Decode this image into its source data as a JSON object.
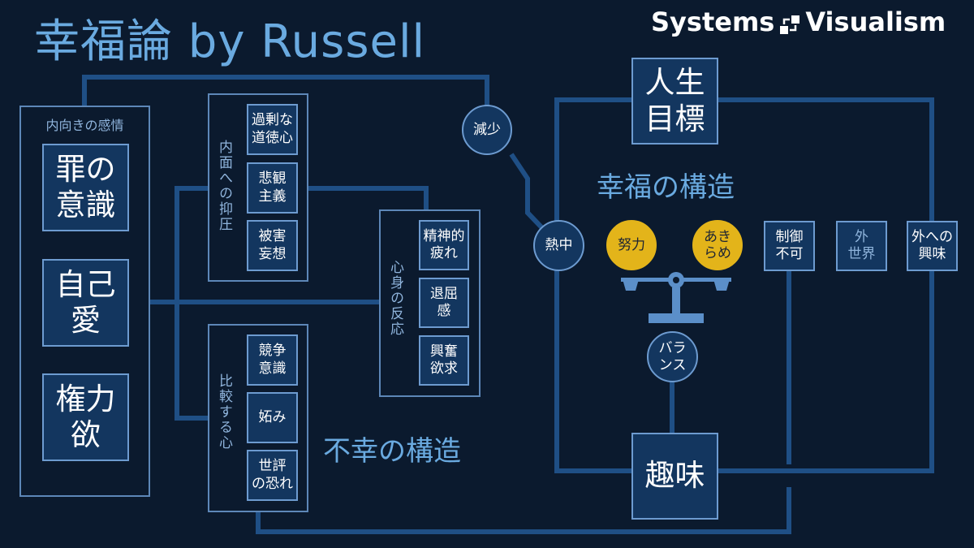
{
  "title": "幸福論 by Russell",
  "brand": {
    "name_left": "Systems",
    "name_right": "Visualism",
    "icon": "systems-visualism-logo-icon"
  },
  "colors": {
    "background": "#0b1a2e",
    "line": "#1f4f85",
    "box_fill": "#13365f",
    "box_border": "#6d9bd0",
    "accent_gold": "#e3b41a",
    "heading": "#6aaae0"
  },
  "inward": {
    "label": "内向きの感情",
    "items": [
      "罪の\n意識",
      "自己\n愛",
      "権力\n欲"
    ]
  },
  "suppression": {
    "label": "内面への抑圧",
    "items": [
      "過剰な\n道徳心",
      "悲観\n主義",
      "被害\n妄想"
    ]
  },
  "comparison": {
    "label": "比較する心",
    "items": [
      "競争\n意識",
      "妬み",
      "世評\nの恐れ"
    ]
  },
  "mind_body": {
    "label": "心身の反応",
    "items": [
      "精神的\n疲れ",
      "退屈\n感",
      "興奮\n欲求"
    ]
  },
  "unhappiness_heading": "不幸の構造",
  "happiness_heading": "幸福の構造",
  "decrease": "減少",
  "life_goal": "人生\n目標",
  "enthusiasm": "熱中",
  "effort": "努力",
  "resignation": "あき\nらめ",
  "balance": "バラ\nンス",
  "hobby": "趣味",
  "control": "制御\n不可",
  "outer_world": "外\n世界",
  "outer_interest": "外への\n興味",
  "scale_icon": "balance-scale-icon"
}
